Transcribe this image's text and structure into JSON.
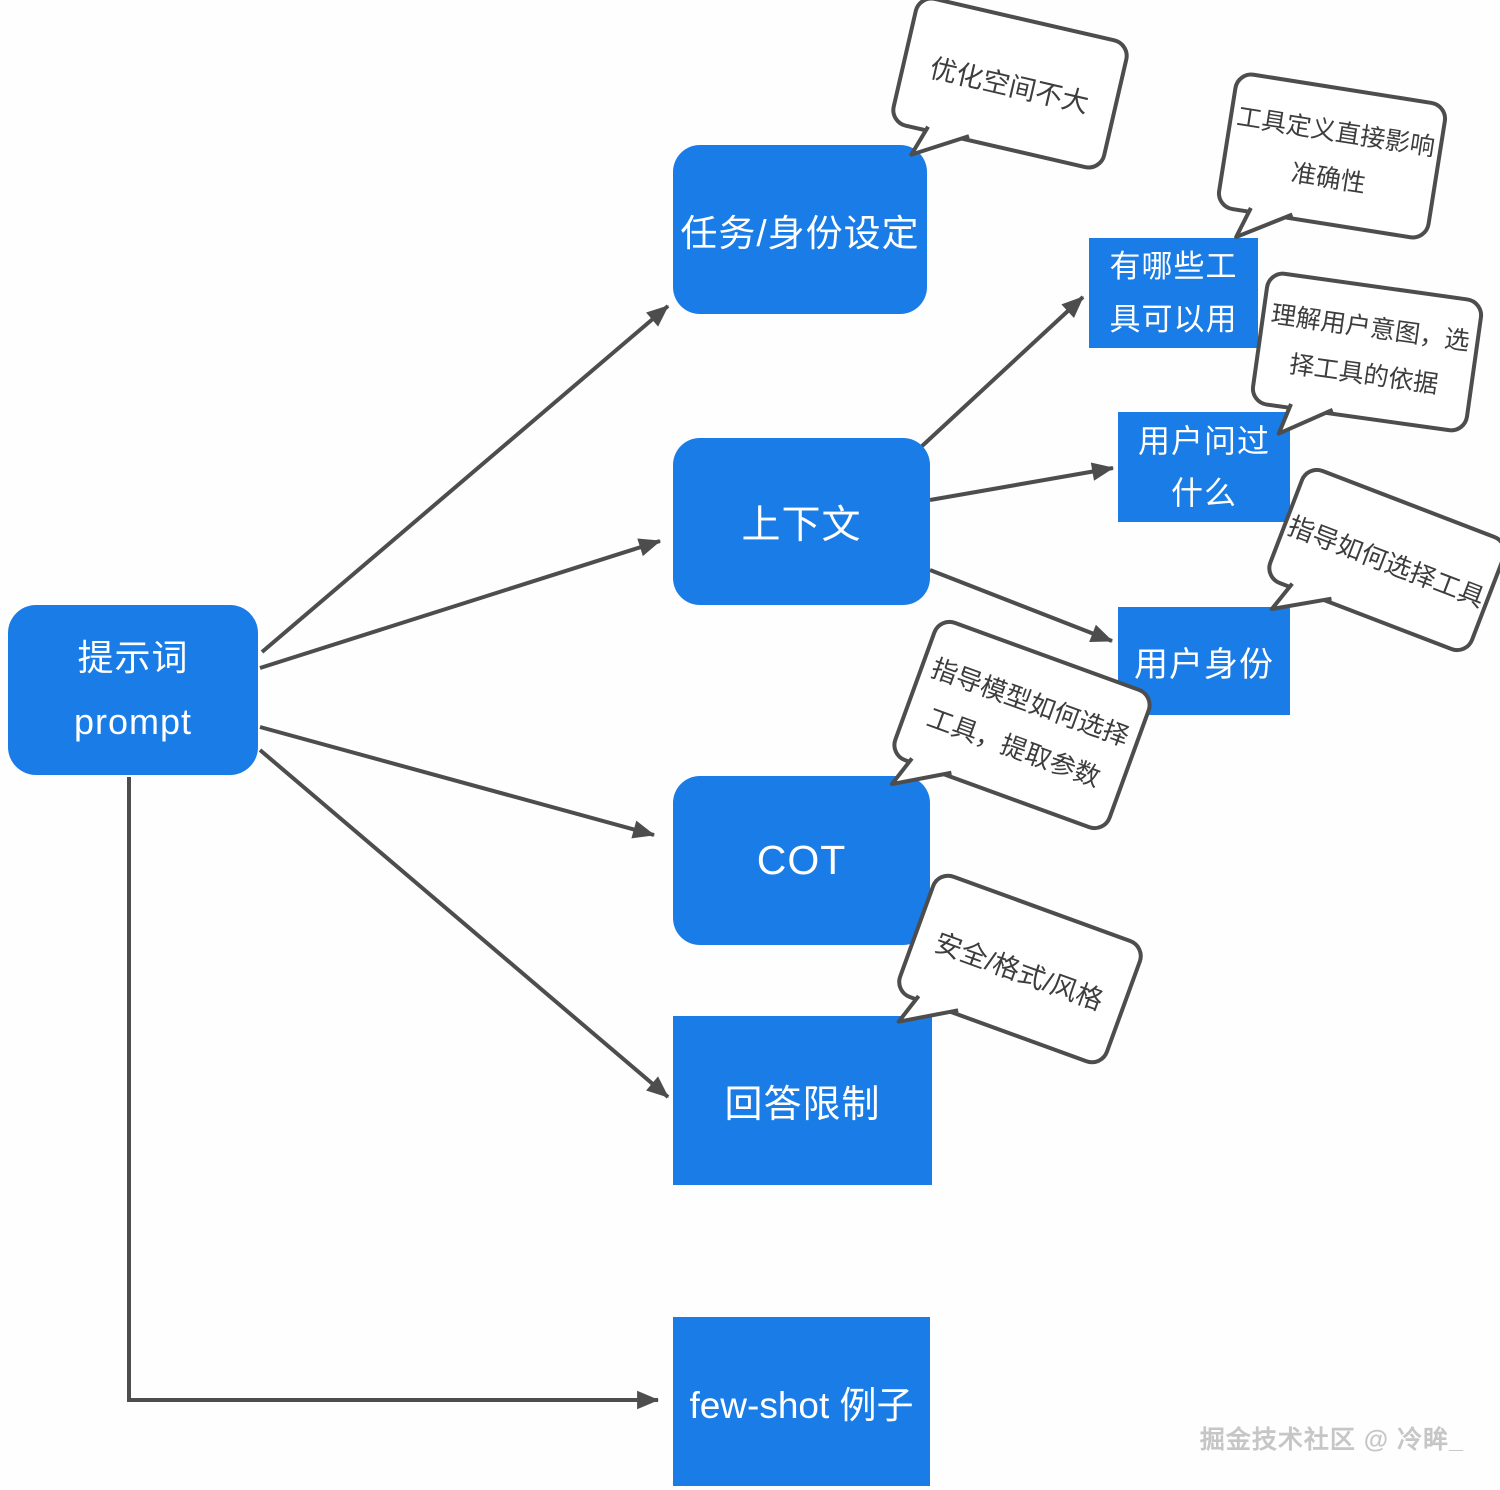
{
  "colors": {
    "node_blue": "#1A7CE6",
    "edge_gray": "#4D4D4D",
    "bubble_border": "#4D4D4D",
    "bubble_text": "#3D3D3D",
    "watermark_gray": "#C6C6C6"
  },
  "nodes": {
    "root": {
      "lines": [
        "提示词",
        "prompt"
      ]
    },
    "task": {
      "label": "任务/身份设定"
    },
    "context": {
      "label": "上下文"
    },
    "tools": {
      "lines": [
        "有哪些工",
        "具可以用"
      ]
    },
    "asked": {
      "lines": [
        "用户问过",
        "什么"
      ]
    },
    "identity": {
      "label": "用户身份"
    },
    "cot": {
      "label": "COT"
    },
    "answer_limit": {
      "label": "回答限制"
    },
    "few_shot": {
      "label": "few-shot 例子"
    }
  },
  "bubbles": {
    "optimize": {
      "lines": [
        "优化空间不大"
      ]
    },
    "tool_definition": {
      "lines": [
        "工具定义直接影响",
        "准确性"
      ]
    },
    "understand_intent": {
      "lines": [
        "理解用户意图，选",
        "择工具的依据"
      ]
    },
    "guide_tool_choice": {
      "lines": [
        "指导如何选择工具"
      ]
    },
    "guide_model": {
      "lines": [
        "指导模型如何选择",
        "工具，提取参数"
      ]
    },
    "safety": {
      "lines": [
        "安全/格式/风格"
      ]
    }
  },
  "watermark": "掘金技术社区 @ 冷眸_"
}
